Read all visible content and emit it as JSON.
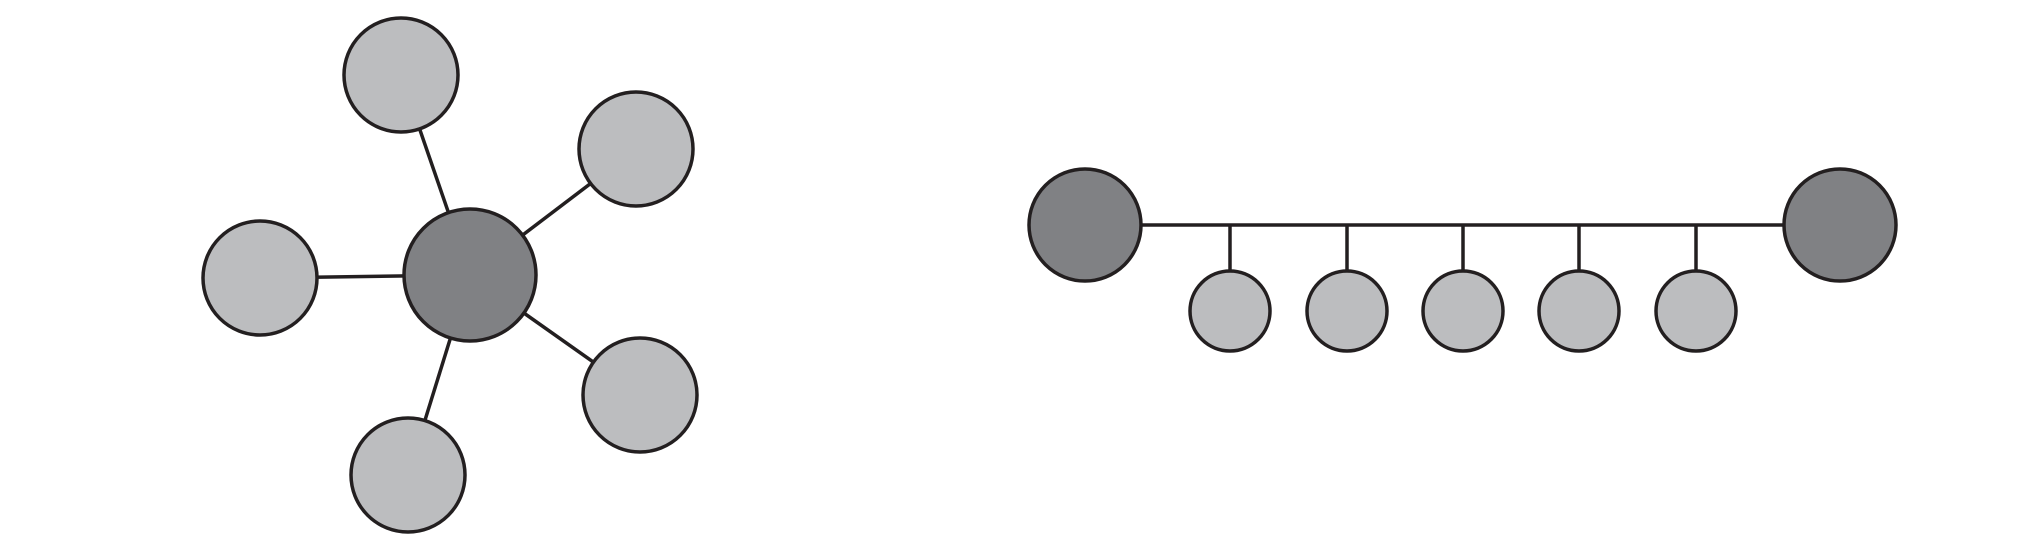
{
  "colors": {
    "background": "#ffffff",
    "stroke": "#231f20",
    "hub_fill": "#808184",
    "leaf_fill": "#bcbdbf"
  },
  "star_topology": {
    "hub": {
      "id": "hub",
      "role": "hub"
    },
    "leaves": [
      {
        "id": "leaf-top",
        "role": "leaf"
      },
      {
        "id": "leaf-upper-right",
        "role": "leaf"
      },
      {
        "id": "leaf-left",
        "role": "leaf"
      },
      {
        "id": "leaf-lower-right",
        "role": "leaf"
      },
      {
        "id": "leaf-bottom",
        "role": "leaf"
      }
    ],
    "edges": [
      [
        "hub",
        "leaf-top"
      ],
      [
        "hub",
        "leaf-upper-right"
      ],
      [
        "hub",
        "leaf-left"
      ],
      [
        "hub",
        "leaf-lower-right"
      ],
      [
        "hub",
        "leaf-bottom"
      ]
    ]
  },
  "bus_topology": {
    "terminals": [
      {
        "id": "terminal-left",
        "role": "terminal"
      },
      {
        "id": "terminal-right",
        "role": "terminal"
      }
    ],
    "stations": [
      {
        "id": "station-1",
        "role": "station"
      },
      {
        "id": "station-2",
        "role": "station"
      },
      {
        "id": "station-3",
        "role": "station"
      },
      {
        "id": "station-4",
        "role": "station"
      },
      {
        "id": "station-5",
        "role": "station"
      }
    ],
    "backbone": [
      "terminal-left",
      "terminal-right"
    ]
  }
}
